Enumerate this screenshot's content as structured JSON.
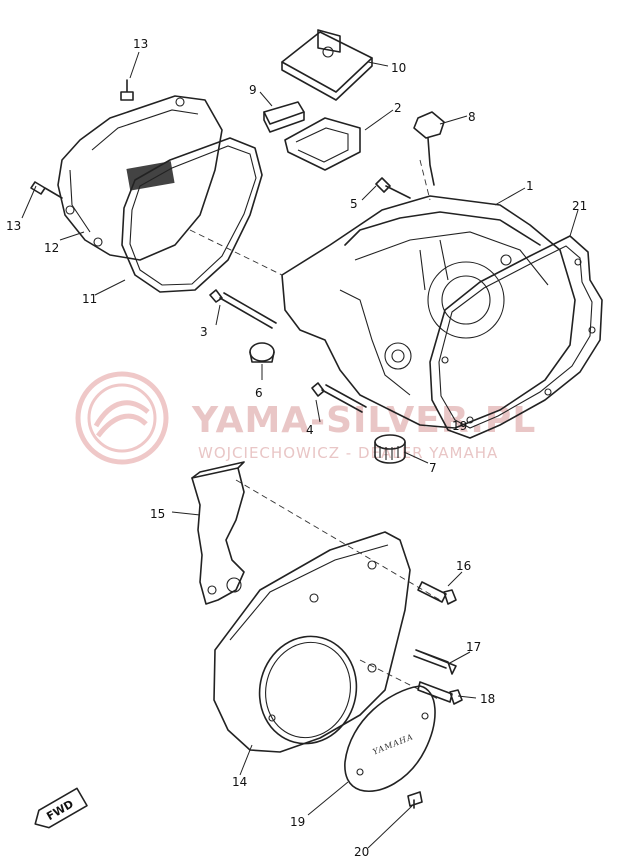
{
  "diagram": {
    "callouts": [
      {
        "id": "c1",
        "label": "1"
      },
      {
        "id": "c2",
        "label": "2"
      },
      {
        "id": "c3",
        "label": "3"
      },
      {
        "id": "c4",
        "label": "4"
      },
      {
        "id": "c5",
        "label": "5"
      },
      {
        "id": "c6",
        "label": "6"
      },
      {
        "id": "c7",
        "label": "7"
      },
      {
        "id": "c8",
        "label": "8"
      },
      {
        "id": "c9",
        "label": "9"
      },
      {
        "id": "c10",
        "label": "10"
      },
      {
        "id": "c11",
        "label": "11"
      },
      {
        "id": "c12",
        "label": "12"
      },
      {
        "id": "c13a",
        "label": "13"
      },
      {
        "id": "c13b",
        "label": "13"
      },
      {
        "id": "c14",
        "label": "14"
      },
      {
        "id": "c15",
        "label": "15"
      },
      {
        "id": "c16",
        "label": "16"
      },
      {
        "id": "c17",
        "label": "17"
      },
      {
        "id": "c18",
        "label": "18"
      },
      {
        "id": "c19",
        "label": "19"
      },
      {
        "id": "c19b",
        "label": "19"
      },
      {
        "id": "c20",
        "label": "20"
      },
      {
        "id": "c21",
        "label": "21"
      }
    ],
    "direction_badge": "FWD",
    "cover_lettering": "YAMAHA"
  },
  "watermark": {
    "title": "YAMA-SILVER.PL",
    "subtitle": "WOJCIECHOWICZ - DEALER YAMAHA",
    "color": "#e9c6c6"
  }
}
